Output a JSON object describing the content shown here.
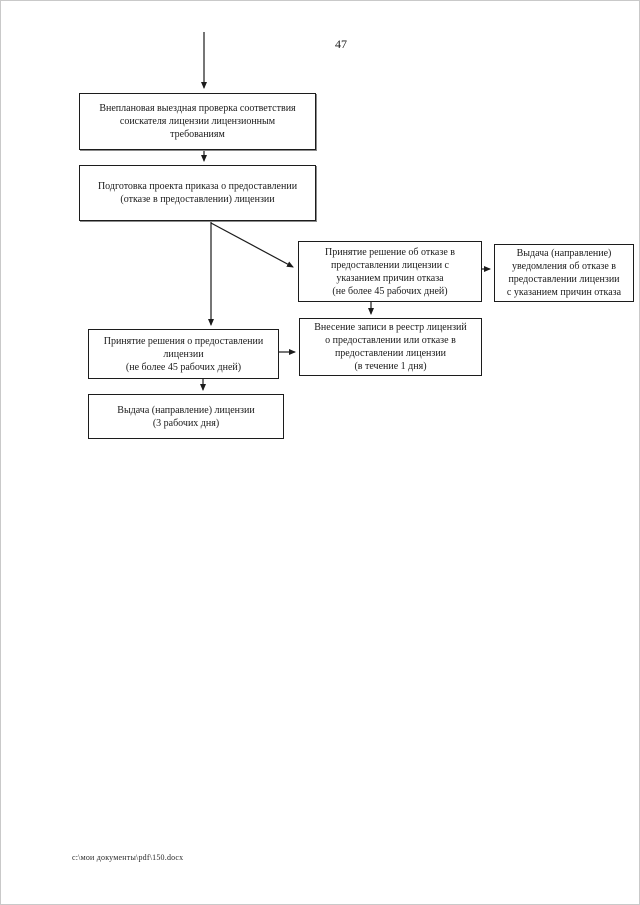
{
  "page": {
    "number": "47",
    "footer_path": "c:\\мои документы\\pdf\\150.docx"
  },
  "flowchart": {
    "boxes": {
      "unplanned_inspection": "Внеплановая выездная проверка соответствия\nсоискателя лицензии лицензионным\nтребованиям",
      "draft_order": "Подготовка проекта приказа о предоставлении\n(отказе в предоставлении) лицензии",
      "refusal_decision": "Принятие решение об отказе в\nпредоставлении лицензии с\nуказанием причин отказа\n(не более 45 рабочих дней)",
      "refusal_notice": "Выдача (направление)\nуведомления об отказе в\nпредоставлении лицензии\nс указанием причин отказа",
      "grant_decision": "Принятие решения о предоставлении\nлицензии\n(не более 45 рабочих дней)",
      "register_entry": "Внесение записи в реестр лицензий\nо предоставлении или отказе в\nпредоставлении лицензии\n(в течение 1 дня)",
      "license_issue": "Выдача (направление) лицензии\n(3 рабочих дня)"
    }
  }
}
